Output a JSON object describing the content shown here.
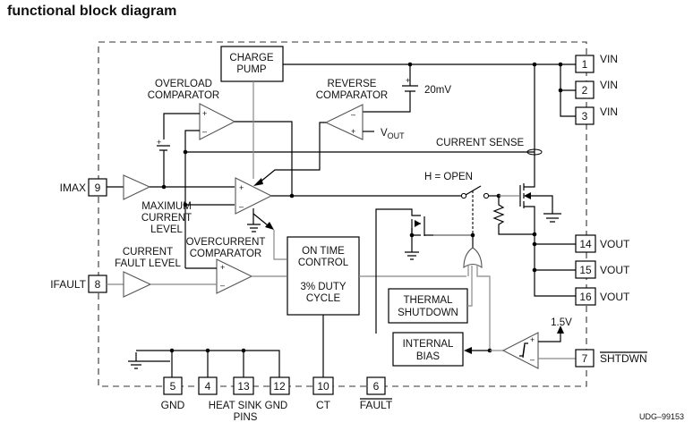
{
  "title": "functional block diagram",
  "figure_id": "UDG–99153",
  "blocks": {
    "charge_pump": [
      "CHARGE",
      "PUMP"
    ],
    "on_time_control": [
      "ON TIME",
      "CONTROL",
      "3% DUTY",
      "CYCLE"
    ],
    "thermal_shutdown": [
      "THERMAL",
      "SHUTDOWN"
    ],
    "internal_bias": [
      "INTERNAL",
      "BIAS"
    ]
  },
  "labels": {
    "overload_comparator": [
      "OVERLOAD",
      "COMPARATOR"
    ],
    "reverse_comparator": [
      "REVERSE",
      "COMPARATOR"
    ],
    "overcurrent_comparator": [
      "OVERCURRENT",
      "COMPARATOR"
    ],
    "maximum_current_level": [
      "MAXIMUM",
      "CURRENT",
      "LEVEL"
    ],
    "current_fault_level": [
      "CURRENT",
      "FAULT LEVEL"
    ],
    "current_sense": "CURRENT SENSE",
    "h_open": "H = OPEN",
    "reverse_offset": "20mV",
    "vout_ref_main": "V",
    "vout_ref_sub": "OUT",
    "shutdown_ref": "1.5V",
    "plus": "+",
    "minus": "–"
  },
  "pins": {
    "p1": {
      "num": "1",
      "name": "VIN"
    },
    "p2": {
      "num": "2",
      "name": "VIN"
    },
    "p3": {
      "num": "3",
      "name": "VIN"
    },
    "p14": {
      "num": "14",
      "name": "VOUT"
    },
    "p15": {
      "num": "15",
      "name": "VOUT"
    },
    "p16": {
      "num": "16",
      "name": "VOUT"
    },
    "p7": {
      "num": "7",
      "name": "SHTDWN"
    },
    "p9": {
      "num": "9",
      "name": "IMAX"
    },
    "p8": {
      "num": "8",
      "name": "IFAULT"
    },
    "p5": {
      "num": "5",
      "name": "GND"
    },
    "p4": {
      "num": "4"
    },
    "p13": {
      "num": "13"
    },
    "p12": {
      "num": "12"
    },
    "p10": {
      "num": "10",
      "name": "CT"
    },
    "p6": {
      "num": "6",
      "name": "FAULT"
    }
  },
  "bottom_labels": {
    "heat_sink_line1": "HEAT SINK GND",
    "heat_sink_line2": "PINS"
  }
}
